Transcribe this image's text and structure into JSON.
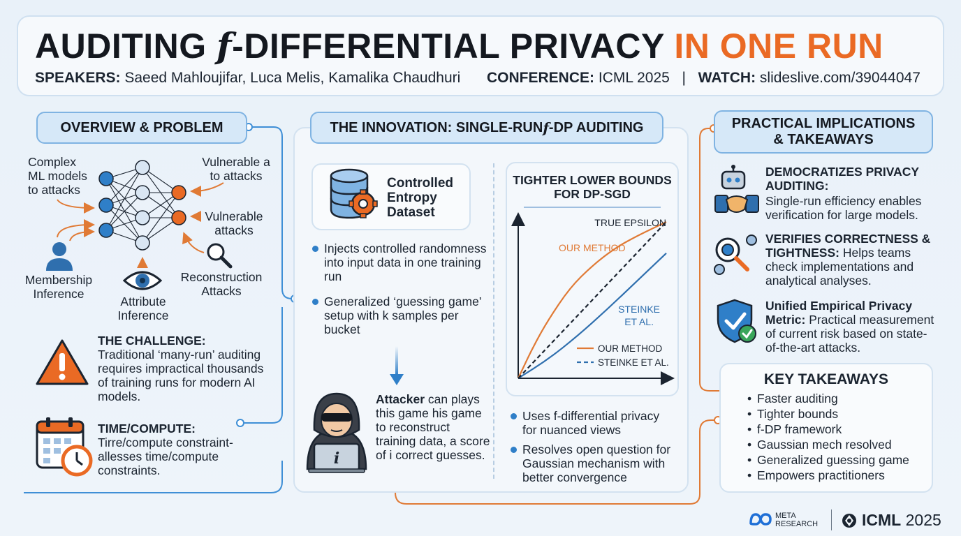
{
  "header": {
    "title_pre": "AUDITING ",
    "title_f": "f",
    "title_mid": "-DIFFERENTIAL PRIVACY ",
    "title_hl": "IN ONE RUN",
    "speakers_label": "SPEAKERS:",
    "speakers": "Saeed Mahloujifar, Luca Melis, Kamalika Chaudhuri",
    "conference_label": "CONFERENCE:",
    "conference": "ICML 2025",
    "sep": "|",
    "watch_label": "WATCH:",
    "watch": "slideslive.com/39044047"
  },
  "overview": {
    "tag": "OVERVIEW & PROBLEM",
    "label_complex": "Complex\nML models\nto attacks",
    "label_vuln1": "Vulnerable a\nto attacks",
    "label_vuln2": "Vulnerable\nattacks",
    "label_membership": "Membership\nInference",
    "label_attribute": "Attribute\nInference",
    "label_reconstruction": "Reconstruction\nAttacks",
    "challenge_title": "THE CHALLENGE:",
    "challenge_text": "Traditional ‘many-run’ auditing requires impractical thousands of training runs for modern AI models.",
    "time_title": "TIME/COMPUTE:",
    "time_text": "Tirre/compute constraint-allesses time/compute constraints."
  },
  "innovation": {
    "tag_pre": "THE INNOVATION: SINGLE-RUN ",
    "tag_f": "f",
    "tag_post": "-DP AUDITING",
    "dataset_label": "Controlled\nEntropy\nDataset",
    "bullet1": "Injects controlled randomness into input data in one training run",
    "bullet2": "Generalized ‘guessing game’ setup with k samples per bucket",
    "attacker_bold": "Attacker",
    "attacker_text": " can plays this game his game to reconstruct training data, a score of i correct guesses.",
    "bullet3": "Uses f-differential privacy for nuanced views",
    "bullet4": "Resolves open question for Gaussian mechanism with better convergence"
  },
  "chart_data": {
    "type": "line",
    "title": "TIGHTER LOWER BOUNDS\nFOR DP-SGD",
    "xlabel": "",
    "ylabel": "",
    "annotations": [
      "TRUE EPSILON",
      "OUR METHOD",
      "STEINKE\nET AL."
    ],
    "series": [
      {
        "name": "OUR METHOD",
        "x": [
          0,
          0.1,
          0.2,
          0.35,
          0.5,
          0.65,
          0.8,
          1.0
        ],
        "y": [
          0,
          0.2,
          0.37,
          0.58,
          0.72,
          0.83,
          0.91,
          1.0
        ],
        "color": "#e07a35",
        "style": "solid"
      },
      {
        "name": "STEINKE ET AL.",
        "x": [
          0,
          0.2,
          0.4,
          0.6,
          0.8,
          1.0
        ],
        "y": [
          0,
          0.12,
          0.27,
          0.44,
          0.62,
          0.8
        ],
        "color": "#2f6fae",
        "style": "solid"
      },
      {
        "name": "",
        "x": [
          0,
          1.0
        ],
        "y": [
          0,
          1.0
        ],
        "color": "#1b2430",
        "style": "dashed"
      }
    ],
    "legend": [
      {
        "name": "OUR METHOD",
        "color": "#e07a35",
        "style": "solid"
      },
      {
        "name": "STEINKE ET AL.",
        "color": "#2f6fae",
        "style": "dashed"
      }
    ],
    "legend_position": "bottom-right",
    "grid": false
  },
  "implications": {
    "tag": "PRACTICAL IMPLICATIONS\n& TAKEAWAYS",
    "item1_title": "DEMOCRATIZES PRIVACY AUDITING:",
    "item1_text": "Single-run efficiency enables verification for large models.",
    "item2_title": "VERIFIES CORRECTNESS & TIGHTNESS:",
    "item2_text": " Helps teams check implementations and analytical analyses.",
    "item3_title": "Unified Empirical Privacy Metric:",
    "item3_text": " Practical measurement of current risk based on state-of-the-art attacks."
  },
  "takeaways": {
    "title": "KEY TAKEAWAYS",
    "items": [
      "Faster auditing",
      "Tighter bounds",
      "f-DP framework",
      "Gaussian mech resolved",
      "Generalized guessing game",
      "Empowers practitioners"
    ]
  },
  "footer": {
    "meta_line1": "META",
    "meta_line2": "RESEARCH",
    "icml_bold": "ICML",
    "icml_year": "2025"
  },
  "colors": {
    "accent": "#ea6a24",
    "blue": "#2f7fc8",
    "panel_border": "#d3e2f0"
  }
}
